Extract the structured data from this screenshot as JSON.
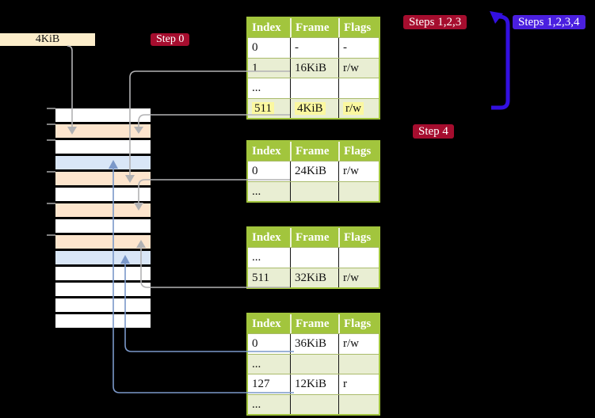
{
  "colors": {
    "table_header_green": "#a2c53d",
    "table_border_green": "#a2c53d",
    "row_divider_green": "#a9bb6b",
    "row_light_green": "#e9eed3",
    "highlight_yellow": "#fbf8a0",
    "badge_red": "#a50d2e",
    "badge_blue": "#4a1fdf",
    "arrow_blue_bold": "#3310e0",
    "arrow_blue_thin": "#7b98c9",
    "arrow_gray": "#b2b2b4",
    "tick_gray": "#808080",
    "frame_peach": "#fde5cd",
    "frame_blue": "#d9e6f7",
    "label_box_wheat": "#fcedca"
  },
  "labels": {
    "root_table_address": "4KiB",
    "step0": "Step 0",
    "steps123": "Steps 1,2,3",
    "steps1234": "Steps 1,2,3,4",
    "step4": "Step 4"
  },
  "memory_strip": {
    "rows": [
      "white",
      "peach",
      "white",
      "blue",
      "peach",
      "white",
      "peach",
      "white",
      "peach",
      "blue",
      "white",
      "white",
      "white",
      "white"
    ]
  },
  "tables": [
    {
      "headers": [
        "Index",
        "Frame",
        "Flags"
      ],
      "rows": [
        {
          "cells": [
            "0",
            "-",
            "-"
          ],
          "shaded": false,
          "highlight": false
        },
        {
          "cells": [
            "1",
            "16KiB",
            "r/w"
          ],
          "shaded": true,
          "highlight": false
        },
        {
          "cells": [
            "...",
            "",
            ""
          ],
          "shaded": false,
          "highlight": false
        },
        {
          "cells": [
            "511",
            "4KiB",
            "r/w"
          ],
          "shaded": true,
          "highlight": true
        }
      ]
    },
    {
      "headers": [
        "Index",
        "Frame",
        "Flags"
      ],
      "rows": [
        {
          "cells": [
            "0",
            "24KiB",
            "r/w"
          ],
          "shaded": false,
          "highlight": false
        },
        {
          "cells": [
            "...",
            "",
            ""
          ],
          "shaded": true,
          "highlight": false
        }
      ]
    },
    {
      "headers": [
        "Index",
        "Frame",
        "Flags"
      ],
      "rows": [
        {
          "cells": [
            "...",
            "",
            ""
          ],
          "shaded": false,
          "highlight": false
        },
        {
          "cells": [
            "511",
            "32KiB",
            "r/w"
          ],
          "shaded": true,
          "highlight": false
        }
      ]
    },
    {
      "headers": [
        "Index",
        "Frame",
        "Flags"
      ],
      "rows": [
        {
          "cells": [
            "0",
            "36KiB",
            "r/w"
          ],
          "shaded": false,
          "highlight": false
        },
        {
          "cells": [
            "...",
            "",
            ""
          ],
          "shaded": true,
          "highlight": false
        },
        {
          "cells": [
            "127",
            "12KiB",
            "r"
          ],
          "shaded": false,
          "highlight": false
        },
        {
          "cells": [
            "...",
            "",
            ""
          ],
          "shaded": true,
          "highlight": false
        }
      ]
    }
  ]
}
